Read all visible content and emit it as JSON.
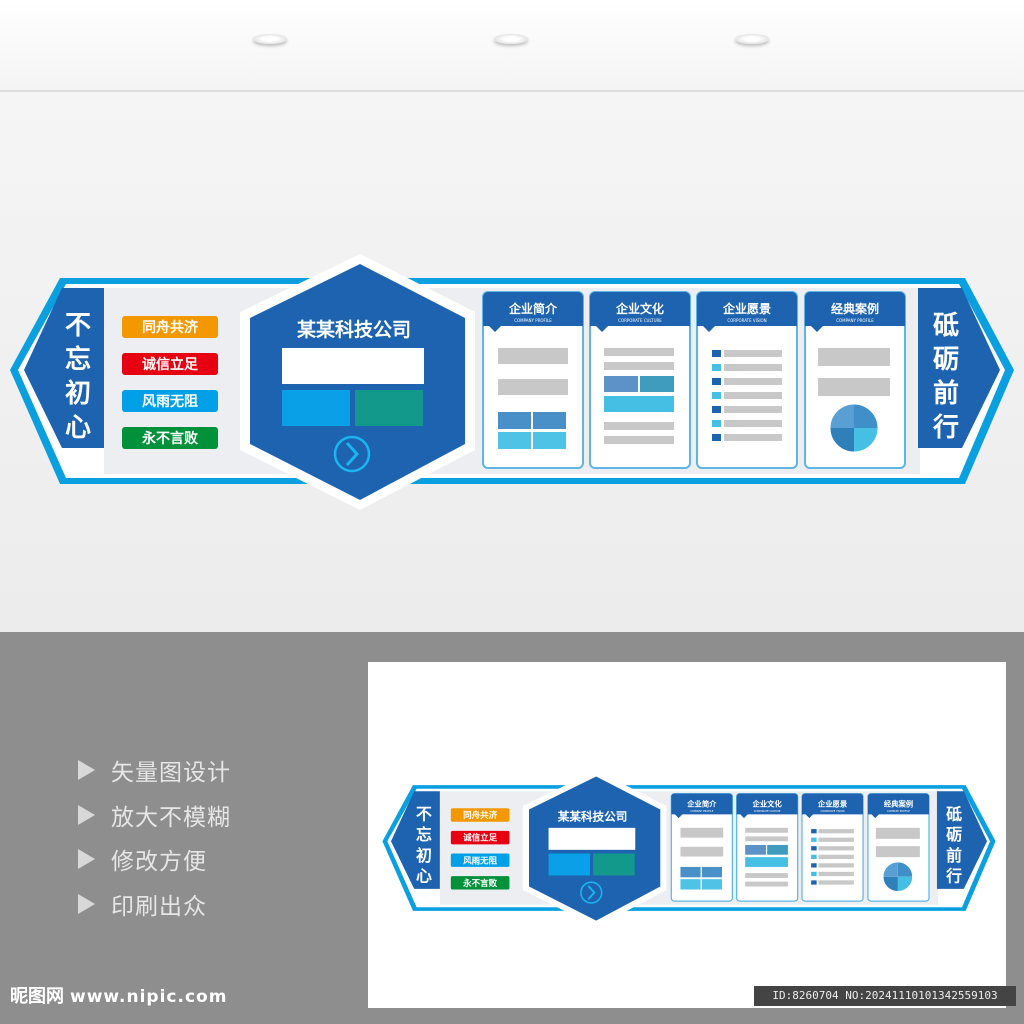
{
  "board": {
    "left_slogan": "不忘初心",
    "right_slogan": "砥砺前行",
    "company_name": "某某科技公司",
    "values": [
      {
        "text": "同舟共济",
        "color": "#f39800"
      },
      {
        "text": "诚信立足",
        "color": "#e60012"
      },
      {
        "text": "风雨无阻",
        "color": "#00a0e9"
      },
      {
        "text": "永不言败",
        "color": "#00913a"
      }
    ],
    "panels": [
      {
        "title": "企业简介",
        "subtitle": "COMPANY PROFILE"
      },
      {
        "title": "企业文化",
        "subtitle": "CORPORATE CULTURE"
      },
      {
        "title": "企业愿景",
        "subtitle": "CORPORATE VISION"
      },
      {
        "title": "经典案例",
        "subtitle": "COMPANY PROFILE"
      }
    ],
    "colors": {
      "primary_blue": "#1d63b0",
      "accent_blue": "#00a0e9",
      "teal": "#13988c",
      "light_blue": "#5fb5e3"
    }
  },
  "features": [
    "矢量图设计",
    "放大不模糊",
    "修改方便",
    "印刷出众"
  ],
  "logo": {
    "name": "昵图网",
    "url": "www.nipic.com"
  },
  "image_id": "ID:8260704 NO:20241110101342559103"
}
